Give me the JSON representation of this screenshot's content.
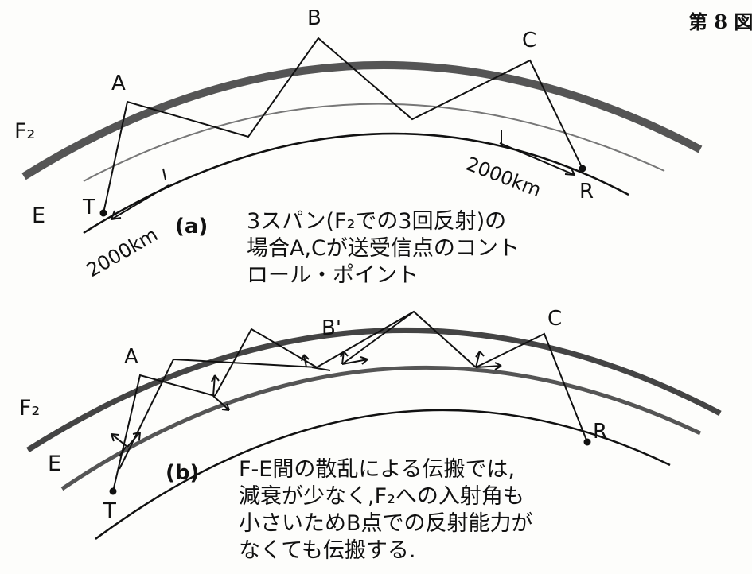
{
  "figure_title": "第 8 図",
  "panel_a": {
    "tag": "(a)",
    "caption_lines": [
      "3スパン(F₂での3回反射)の",
      "場合A,Cが送受信点のコント",
      "ロール・ポイント"
    ],
    "layer_f2": "F₂",
    "layer_e": "E",
    "points": {
      "T": "T",
      "R": "R",
      "A": "A",
      "B": "B",
      "C": "C"
    },
    "distance_left": "2000km",
    "distance_right": "2000km"
  },
  "panel_b": {
    "tag": "(b)",
    "caption_lines": [
      "F-E間の散乱による伝搬では,",
      "減衰が少なく,F₂への入射角も",
      "小さいためB点での反射能力が",
      "なくても伝搬する."
    ],
    "layer_f2": "F₂",
    "layer_e": "E",
    "points": {
      "T": "T",
      "R": "R",
      "A": "A",
      "B": "B'",
      "C": "C"
    }
  }
}
